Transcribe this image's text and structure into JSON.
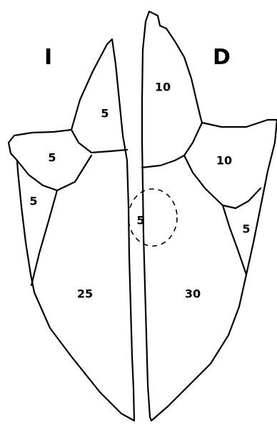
{
  "sides": {
    "left": "I",
    "right": "D"
  },
  "left_regions": {
    "upper_lobe": "5",
    "wing_lobe": "5",
    "inner_lobe": "5",
    "main_lobe": "25"
  },
  "right_regions": {
    "upper_lobe": "10",
    "wing_lobe": "10",
    "outer_lobe": "5",
    "main_lobe": "30"
  },
  "center": {
    "circle_region": "5"
  }
}
